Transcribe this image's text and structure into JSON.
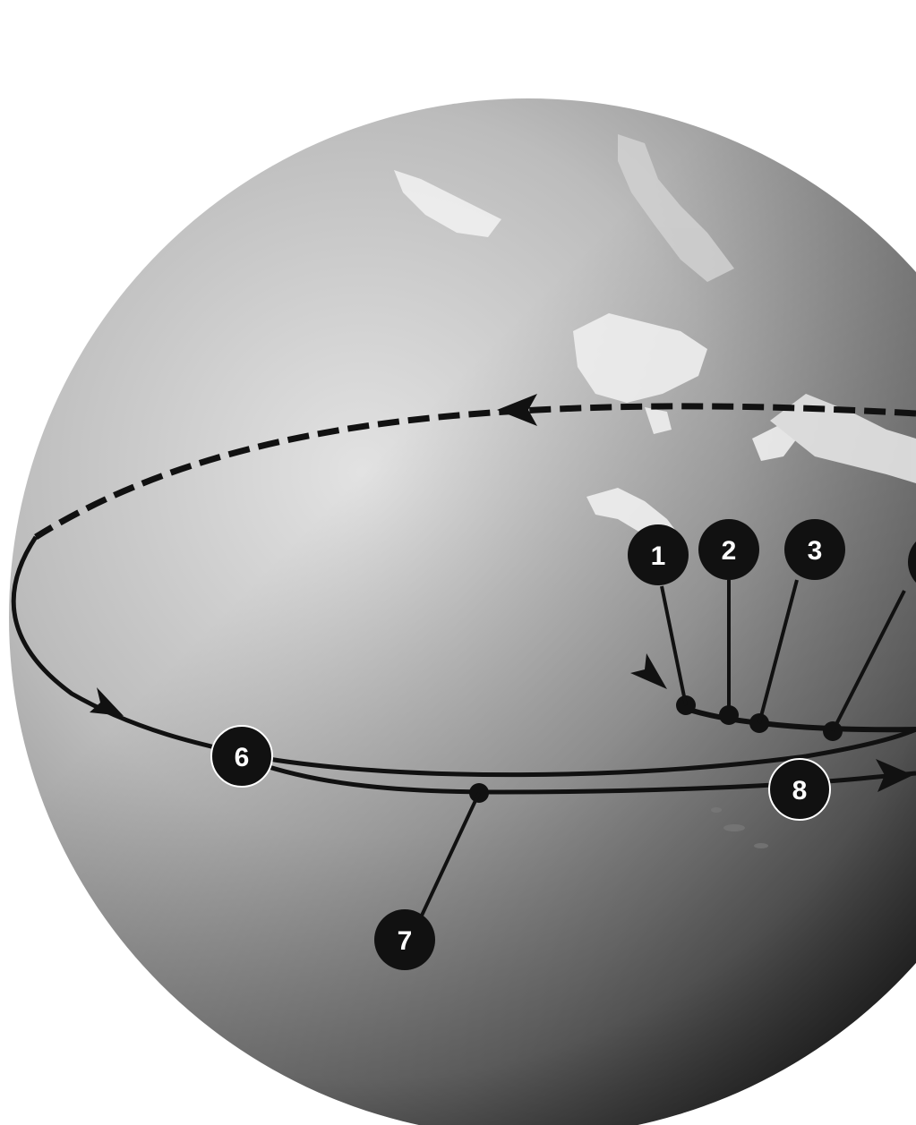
{
  "colors": {
    "background": "#ffffff",
    "globe_light": "#d8d8d8",
    "globe_mid": "#9a9a9a",
    "globe_dark": "#1e1e1e",
    "land": "#f3f3f3",
    "path": "#111111",
    "marker": "#111111",
    "marker_text": "#ffffff"
  },
  "markers": [
    {
      "id": "1",
      "label": "1"
    },
    {
      "id": "2",
      "label": "2"
    },
    {
      "id": "3",
      "label": "3"
    },
    {
      "id": "4",
      "label": ""
    },
    {
      "id": "6",
      "label": "6"
    },
    {
      "id": "7",
      "label": "7"
    },
    {
      "id": "8",
      "label": "8"
    }
  ]
}
